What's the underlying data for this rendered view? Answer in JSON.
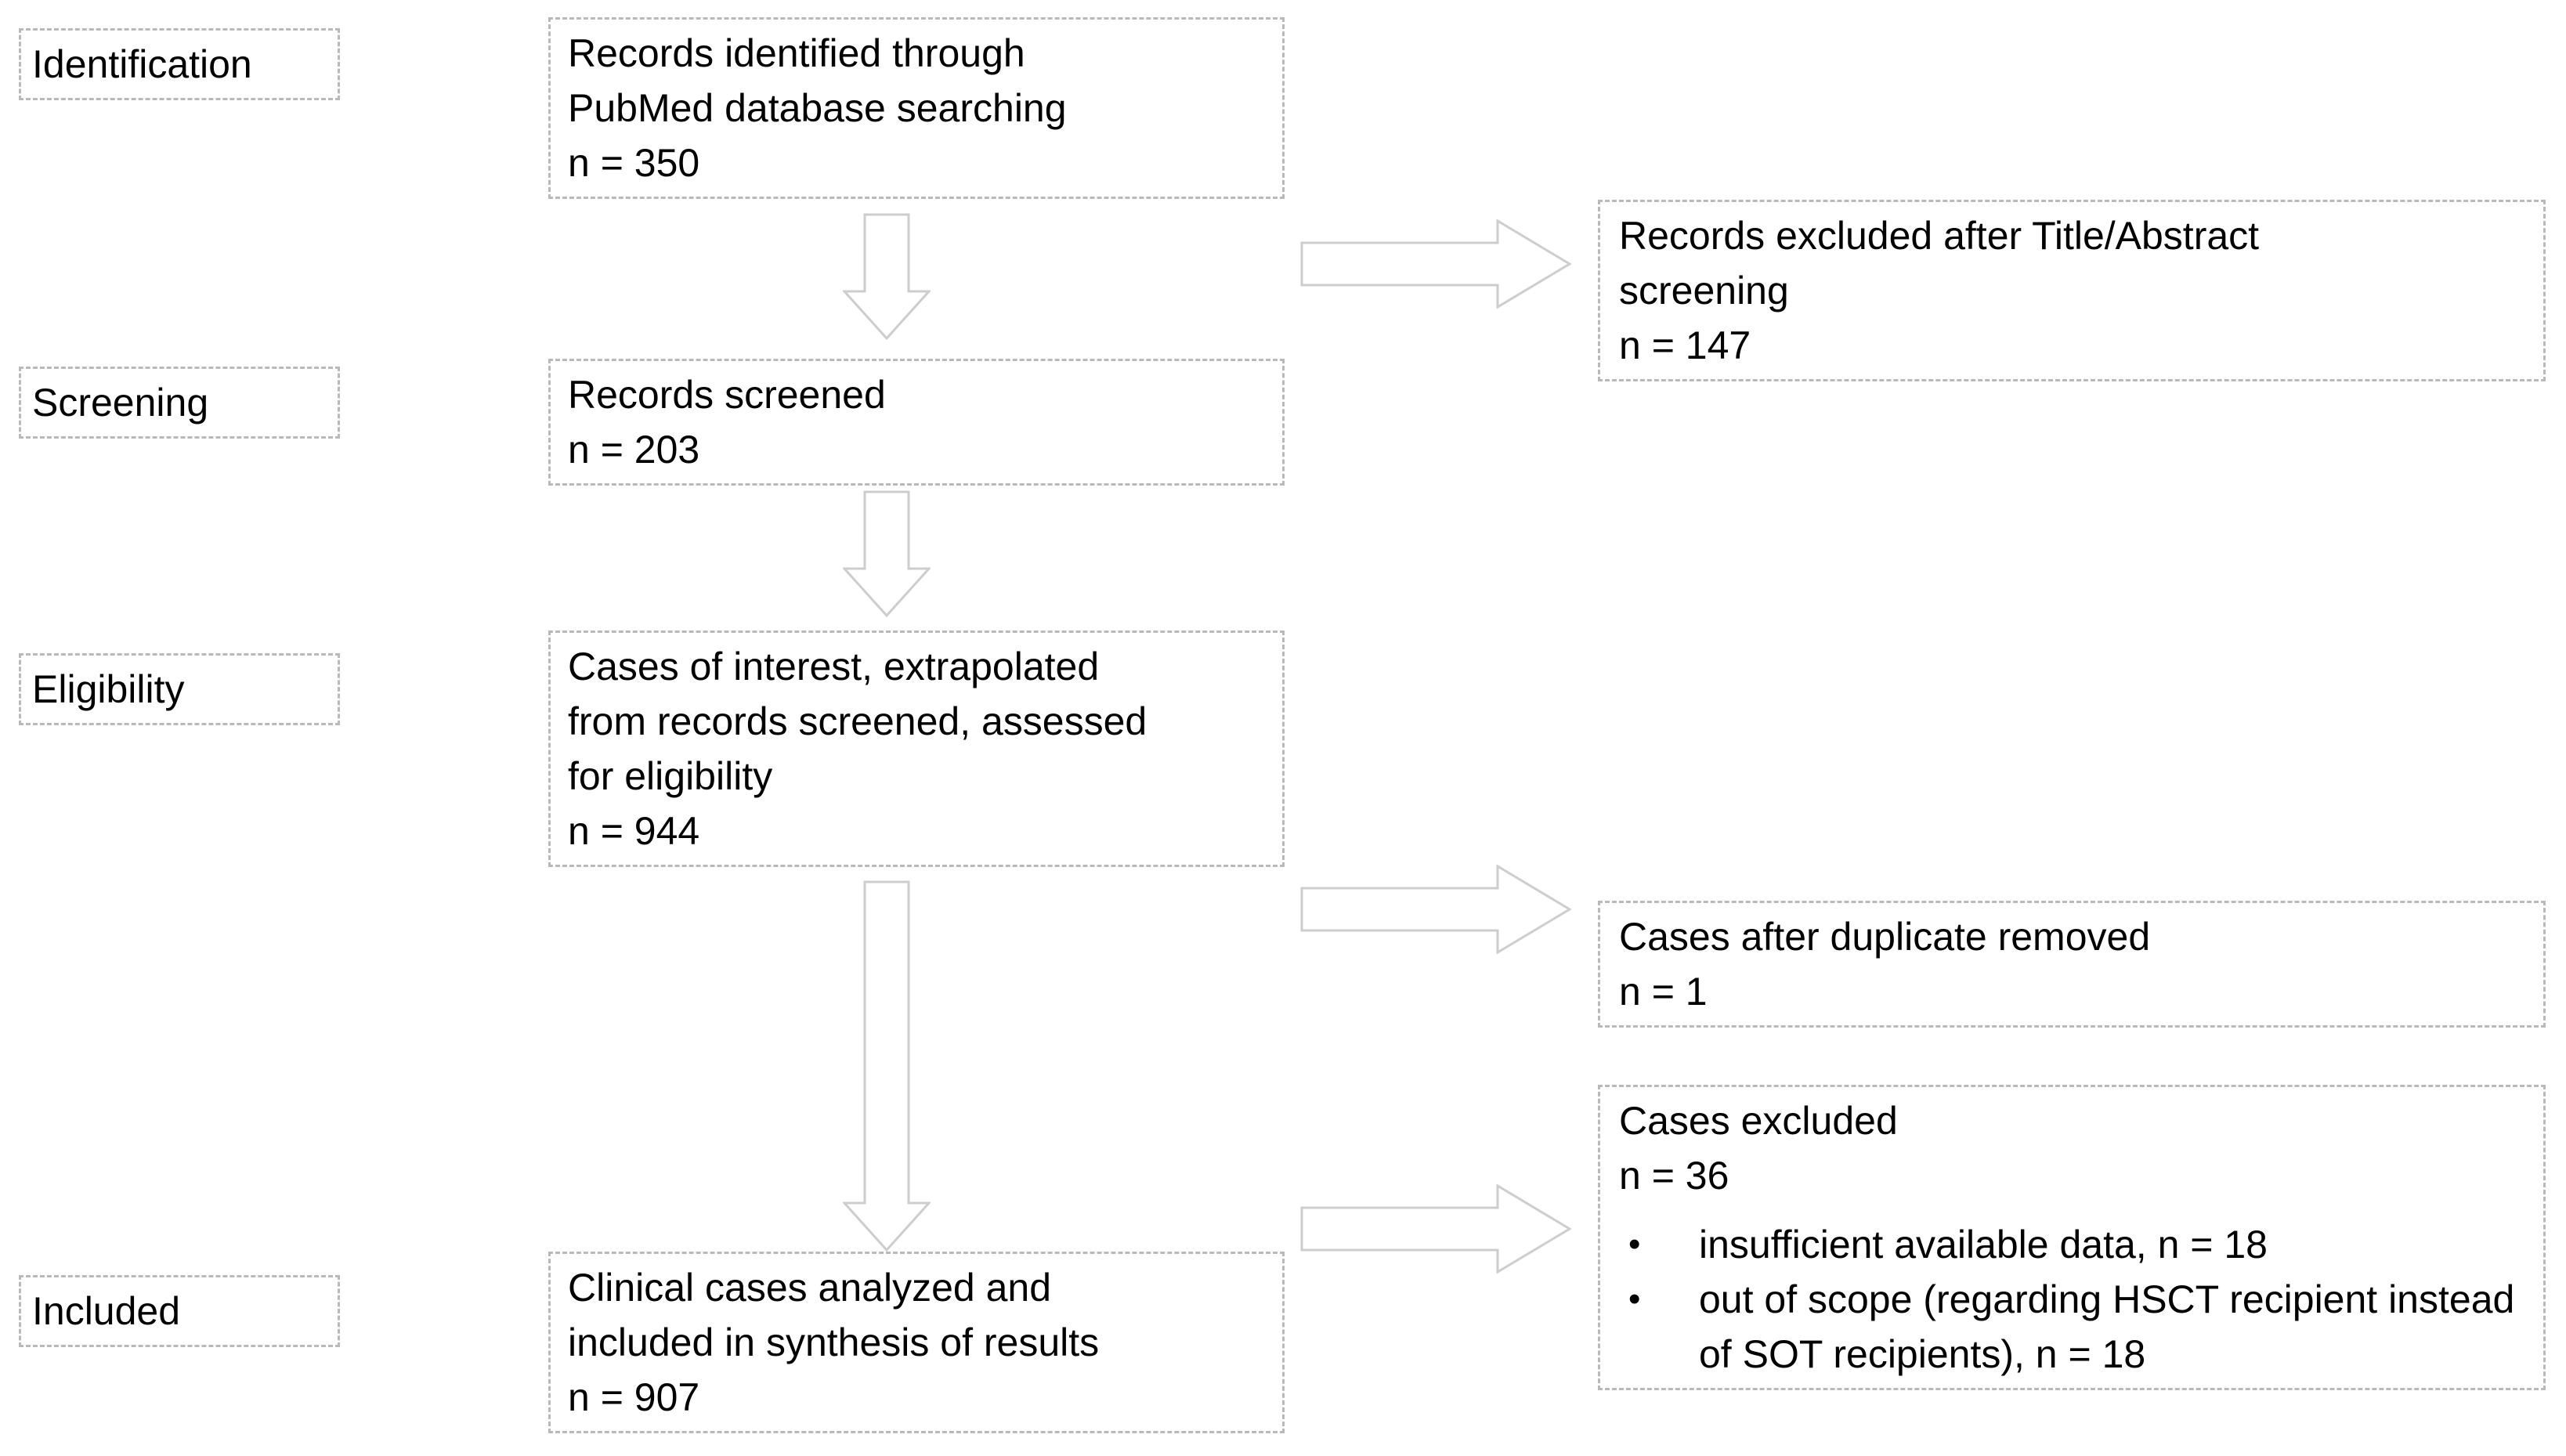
{
  "flowchart": {
    "title_semantic": "PRISMA flow diagram of study selection",
    "bullet_char": "•",
    "colors": {
      "background": "#ffffff",
      "box_border": "#b9b9b9",
      "arrow_outline": "#cdcdcd",
      "text": "#000000"
    },
    "stages": [
      {
        "label": "Identification"
      },
      {
        "label": "Screening"
      },
      {
        "label": "Eligibility"
      },
      {
        "label": "Included"
      }
    ],
    "main_boxes": [
      {
        "lines": [
          "Records identified through",
          "PubMed database searching",
          "n = 350"
        ]
      },
      {
        "lines": [
          "Records screened",
          "n = 203"
        ]
      },
      {
        "lines": [
          "Cases of interest, extrapolated",
          "from records screened, assessed",
          "for eligibility",
          "n = 944"
        ]
      },
      {
        "lines": [
          "Clinical cases analyzed and",
          "included in synthesis of results",
          "n = 907"
        ]
      }
    ],
    "side_boxes": [
      {
        "lines": [
          "Records excluded after Title/Abstract",
          "screening",
          "n = 147"
        ],
        "bullets": []
      },
      {
        "lines": [
          "Cases after duplicate removed",
          "n = 1"
        ],
        "bullets": []
      },
      {
        "lines": [
          "Cases excluded",
          "n = 36"
        ],
        "bullets": [
          "insufficient available data, n = 18",
          "out of scope (regarding HSCT recipient instead of SOT recipients), n = 18"
        ]
      }
    ]
  }
}
